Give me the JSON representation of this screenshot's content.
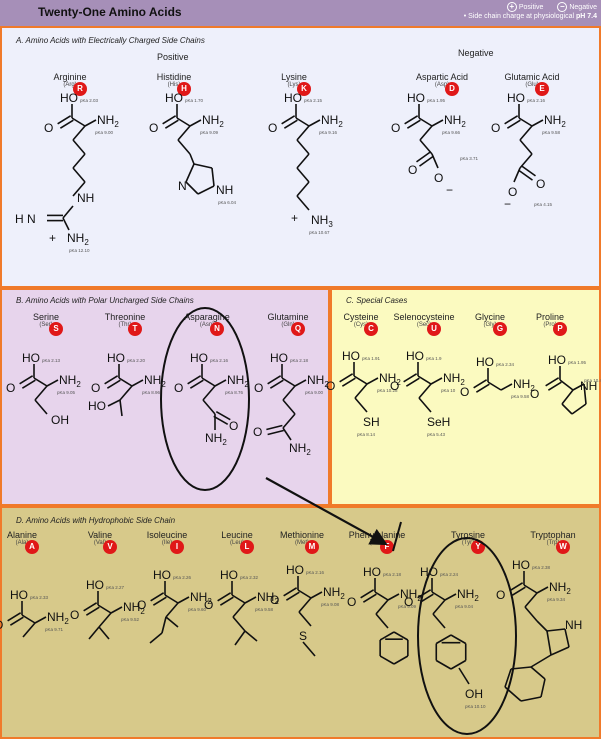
{
  "header": {
    "title": "Twenty-One Amino Acids",
    "legend_positive": "Positive",
    "legend_negative": "Negative",
    "legend_note_prefix": "Side chain charge at physiological",
    "legend_note_ph": "pH 7.4"
  },
  "colors": {
    "header_bg": "#a68fb8",
    "panel_border": "#f07a2a",
    "charged_bg": "#eef0fb",
    "polar_bg": "#e7d4ec",
    "special_bg": "#fbfac0",
    "hydrophobic_bg": "#d7c98a",
    "badge": "#e01818"
  },
  "sections": {
    "charged": {
      "title": "A.   Amino Acids with Electrically Charged Side Chains",
      "positive_label": "Positive",
      "negative_label": "Negative",
      "amino_acids": [
        {
          "name": "Arginine",
          "abbr": "(Arg)",
          "letter": "R"
        },
        {
          "name": "Histidine",
          "abbr": "(His)",
          "letter": "H"
        },
        {
          "name": "Lysine",
          "abbr": "(Lys)",
          "letter": "K"
        },
        {
          "name": "Aspartic Acid",
          "abbr": "(Asp)",
          "letter": "D"
        },
        {
          "name": "Glutamic Acid",
          "abbr": "(Glu)",
          "letter": "E"
        }
      ]
    },
    "polar": {
      "title": "B.   Amino Acids with Polar Uncharged Side Chains",
      "amino_acids": [
        {
          "name": "Serine",
          "abbr": "(Ser)",
          "letter": "S"
        },
        {
          "name": "Threonine",
          "abbr": "(Thr)",
          "letter": "T"
        },
        {
          "name": "Asparagine",
          "abbr": "(Asn)",
          "letter": "N"
        },
        {
          "name": "Glutamine",
          "abbr": "(Gln)",
          "letter": "Q"
        }
      ]
    },
    "special": {
      "title": "C.   Special Cases",
      "amino_acids": [
        {
          "name": "Cysteine",
          "abbr": "(Cys)",
          "letter": "C"
        },
        {
          "name": "Selenocysteine",
          "abbr": "(Sec)",
          "letter": "U"
        },
        {
          "name": "Glycine",
          "abbr": "(Gly)",
          "letter": "G"
        },
        {
          "name": "Proline",
          "abbr": "(Pro)",
          "letter": "P"
        }
      ]
    },
    "hydrophobic": {
      "title": "D.   Amino Acids with Hydrophobic Side Chain",
      "amino_acids": [
        {
          "name": "Alanine",
          "abbr": "(Ala)",
          "letter": "A"
        },
        {
          "name": "Valine",
          "abbr": "(Val)",
          "letter": "V"
        },
        {
          "name": "Isoleucine",
          "abbr": "(Ile)",
          "letter": "I"
        },
        {
          "name": "Leucine",
          "abbr": "(Leu)",
          "letter": "L"
        },
        {
          "name": "Methionine",
          "abbr": "(Met)",
          "letter": "M"
        },
        {
          "name": "Phenylalanine",
          "abbr": "(Phe)",
          "letter": "F"
        },
        {
          "name": "Tyrosine",
          "abbr": "(Tyr)",
          "letter": "Y"
        },
        {
          "name": "Tryptophan",
          "abbr": "(Trp)",
          "letter": "W"
        }
      ]
    }
  },
  "atoms": {
    "ho": "HO",
    "o": "O",
    "nh2": "NH",
    "sub2": "2",
    "nh3": "NH",
    "sub3": "3",
    "nh": "NH",
    "n": "N",
    "oh": "OH",
    "sh": "SH",
    "seh": "SeH",
    "s": "S",
    "hn": "H",
    "plus": "+",
    "minus": "−"
  },
  "pka": {
    "arg": [
      "pKa 2.03",
      "pKa 9.00",
      "pKa 12.10"
    ],
    "his": [
      "pKa 1.70",
      "pKa 9.09",
      "pKa 6.04"
    ],
    "lys": [
      "pKa 2.15",
      "pKa 9.16",
      "pKa 10.67"
    ],
    "asp": [
      "pKa 1.95",
      "pKa 9.66",
      "pKa 3.71"
    ],
    "glu": [
      "pKa 2.16",
      "pKa 9.58",
      "pKa 4.15"
    ],
    "ser": [
      "pKa 2.13",
      "pKa 9.05"
    ],
    "thr": [
      "pKa 2.20",
      "pKa 8.96"
    ],
    "asn": [
      "pKa 2.16",
      "pKa 8.76"
    ],
    "gln": [
      "pKa 2.18",
      "pKa 9.00"
    ],
    "cys": [
      "pKa 1.91",
      "pKa 10.28",
      "pKa 8.14"
    ],
    "sec": [
      "pKa 1.9",
      "pKa 10",
      "pKa 5.43"
    ],
    "gly": [
      "pKa 2.34",
      "pKa 9.58"
    ],
    "pro": [
      "pKa 1.95",
      "pKa 10.47"
    ],
    "ala": [
      "pKa 2.33",
      "pKa 9.71"
    ],
    "val": [
      "pKa 2.27",
      "pKa 9.52"
    ],
    "ile": [
      "pKa 2.26",
      "pKa 9.60"
    ],
    "leu": [
      "pKa 2.32",
      "pKa 9.58"
    ],
    "met": [
      "pKa 2.16",
      "pKa 9.08"
    ],
    "phe": [
      "pKa 2.18",
      "pKa 9.09"
    ],
    "tyr": [
      "pKa 2.24",
      "pKa 9.04",
      "pKa 10.10"
    ],
    "trp": [
      "pKa 2.38",
      "pKa 9.34"
    ]
  }
}
